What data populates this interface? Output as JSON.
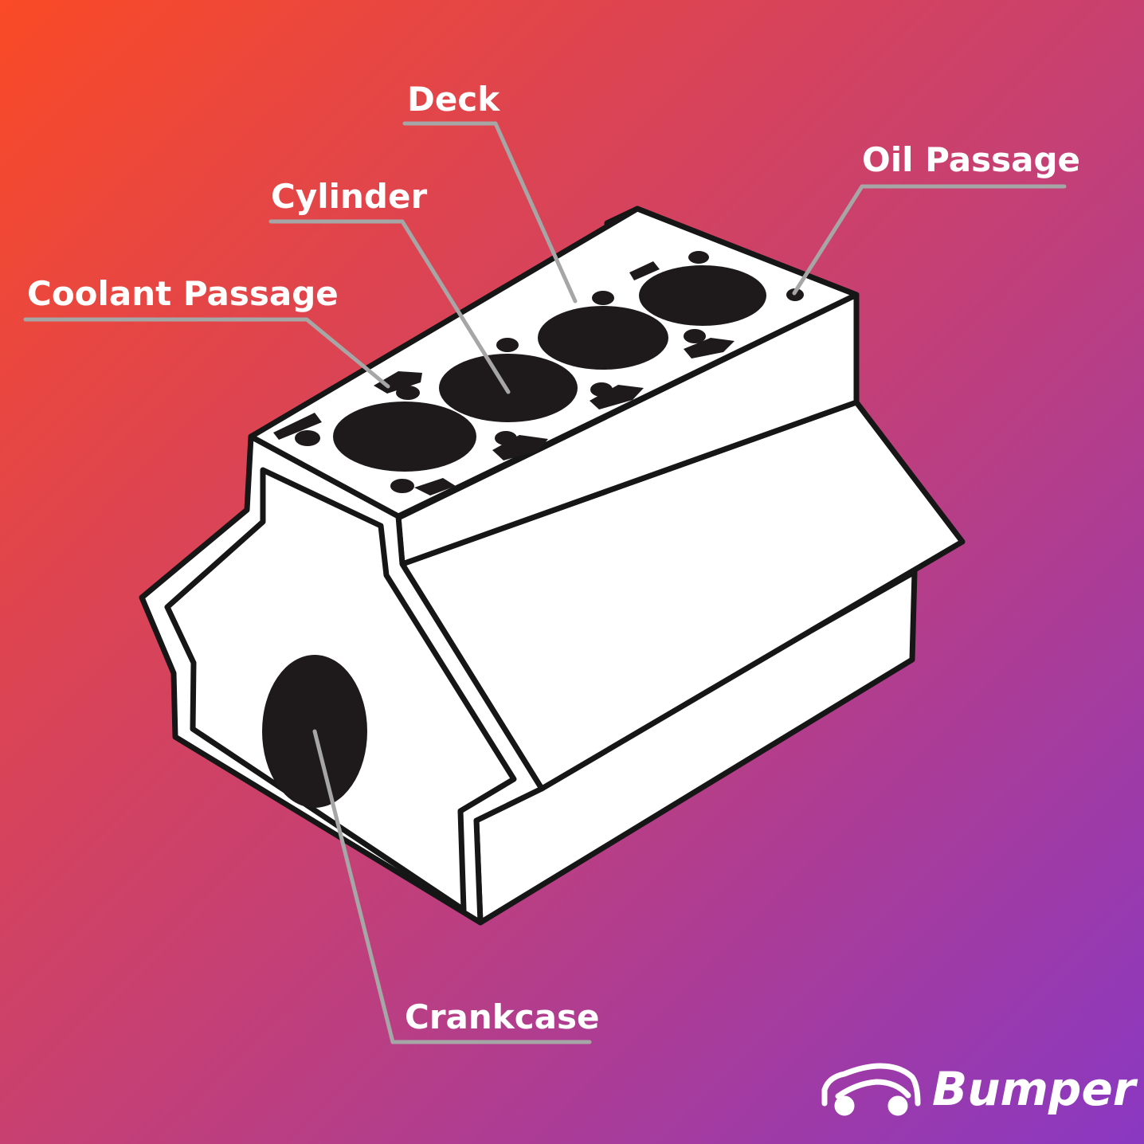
{
  "background": {
    "gradient_start": "#fa4a26",
    "gradient_mid": "#c84070",
    "gradient_end": "#8a38c2"
  },
  "colors": {
    "outline": "#161616",
    "body": "#ffffff",
    "hole": "#1e1a1b",
    "leader": "#a6a6a6",
    "label": "#ffffff"
  },
  "labels": {
    "deck": "Deck",
    "oil_passage": "Oil Passage",
    "cylinder": "Cylinder",
    "coolant_passage": "Coolant Passage",
    "crankcase": "Crankcase"
  },
  "logo": {
    "icon": "car-icon",
    "text": "Bumper"
  }
}
